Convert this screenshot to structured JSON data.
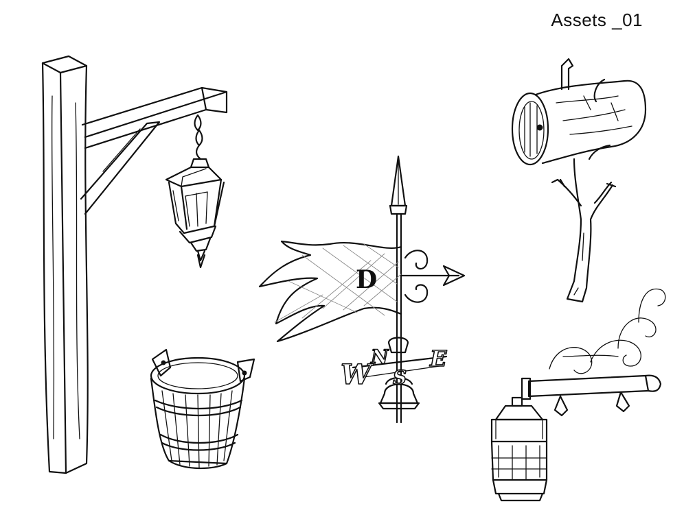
{
  "sheet": {
    "title": "Assets _01"
  },
  "weathervane": {
    "emblem": "D",
    "directions": [
      "W",
      "N",
      "S",
      "E"
    ]
  }
}
